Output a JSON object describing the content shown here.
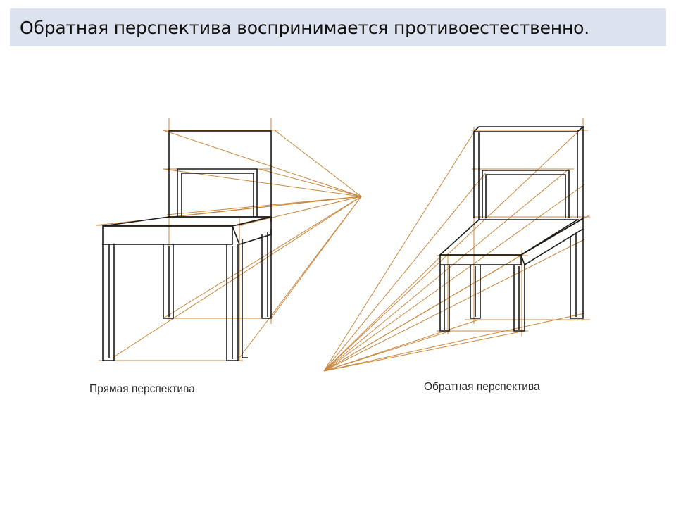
{
  "slide": {
    "title": "Обратная перспектива воспринимается противоестественно."
  },
  "figure": {
    "caption_direct": "Прямая перспектива",
    "caption_reverse": "Обратная перспектива"
  },
  "colors": {
    "title_bg": "#dde3ee",
    "construction_line": "#c8873c",
    "chair_line": "#1a1a1a"
  }
}
